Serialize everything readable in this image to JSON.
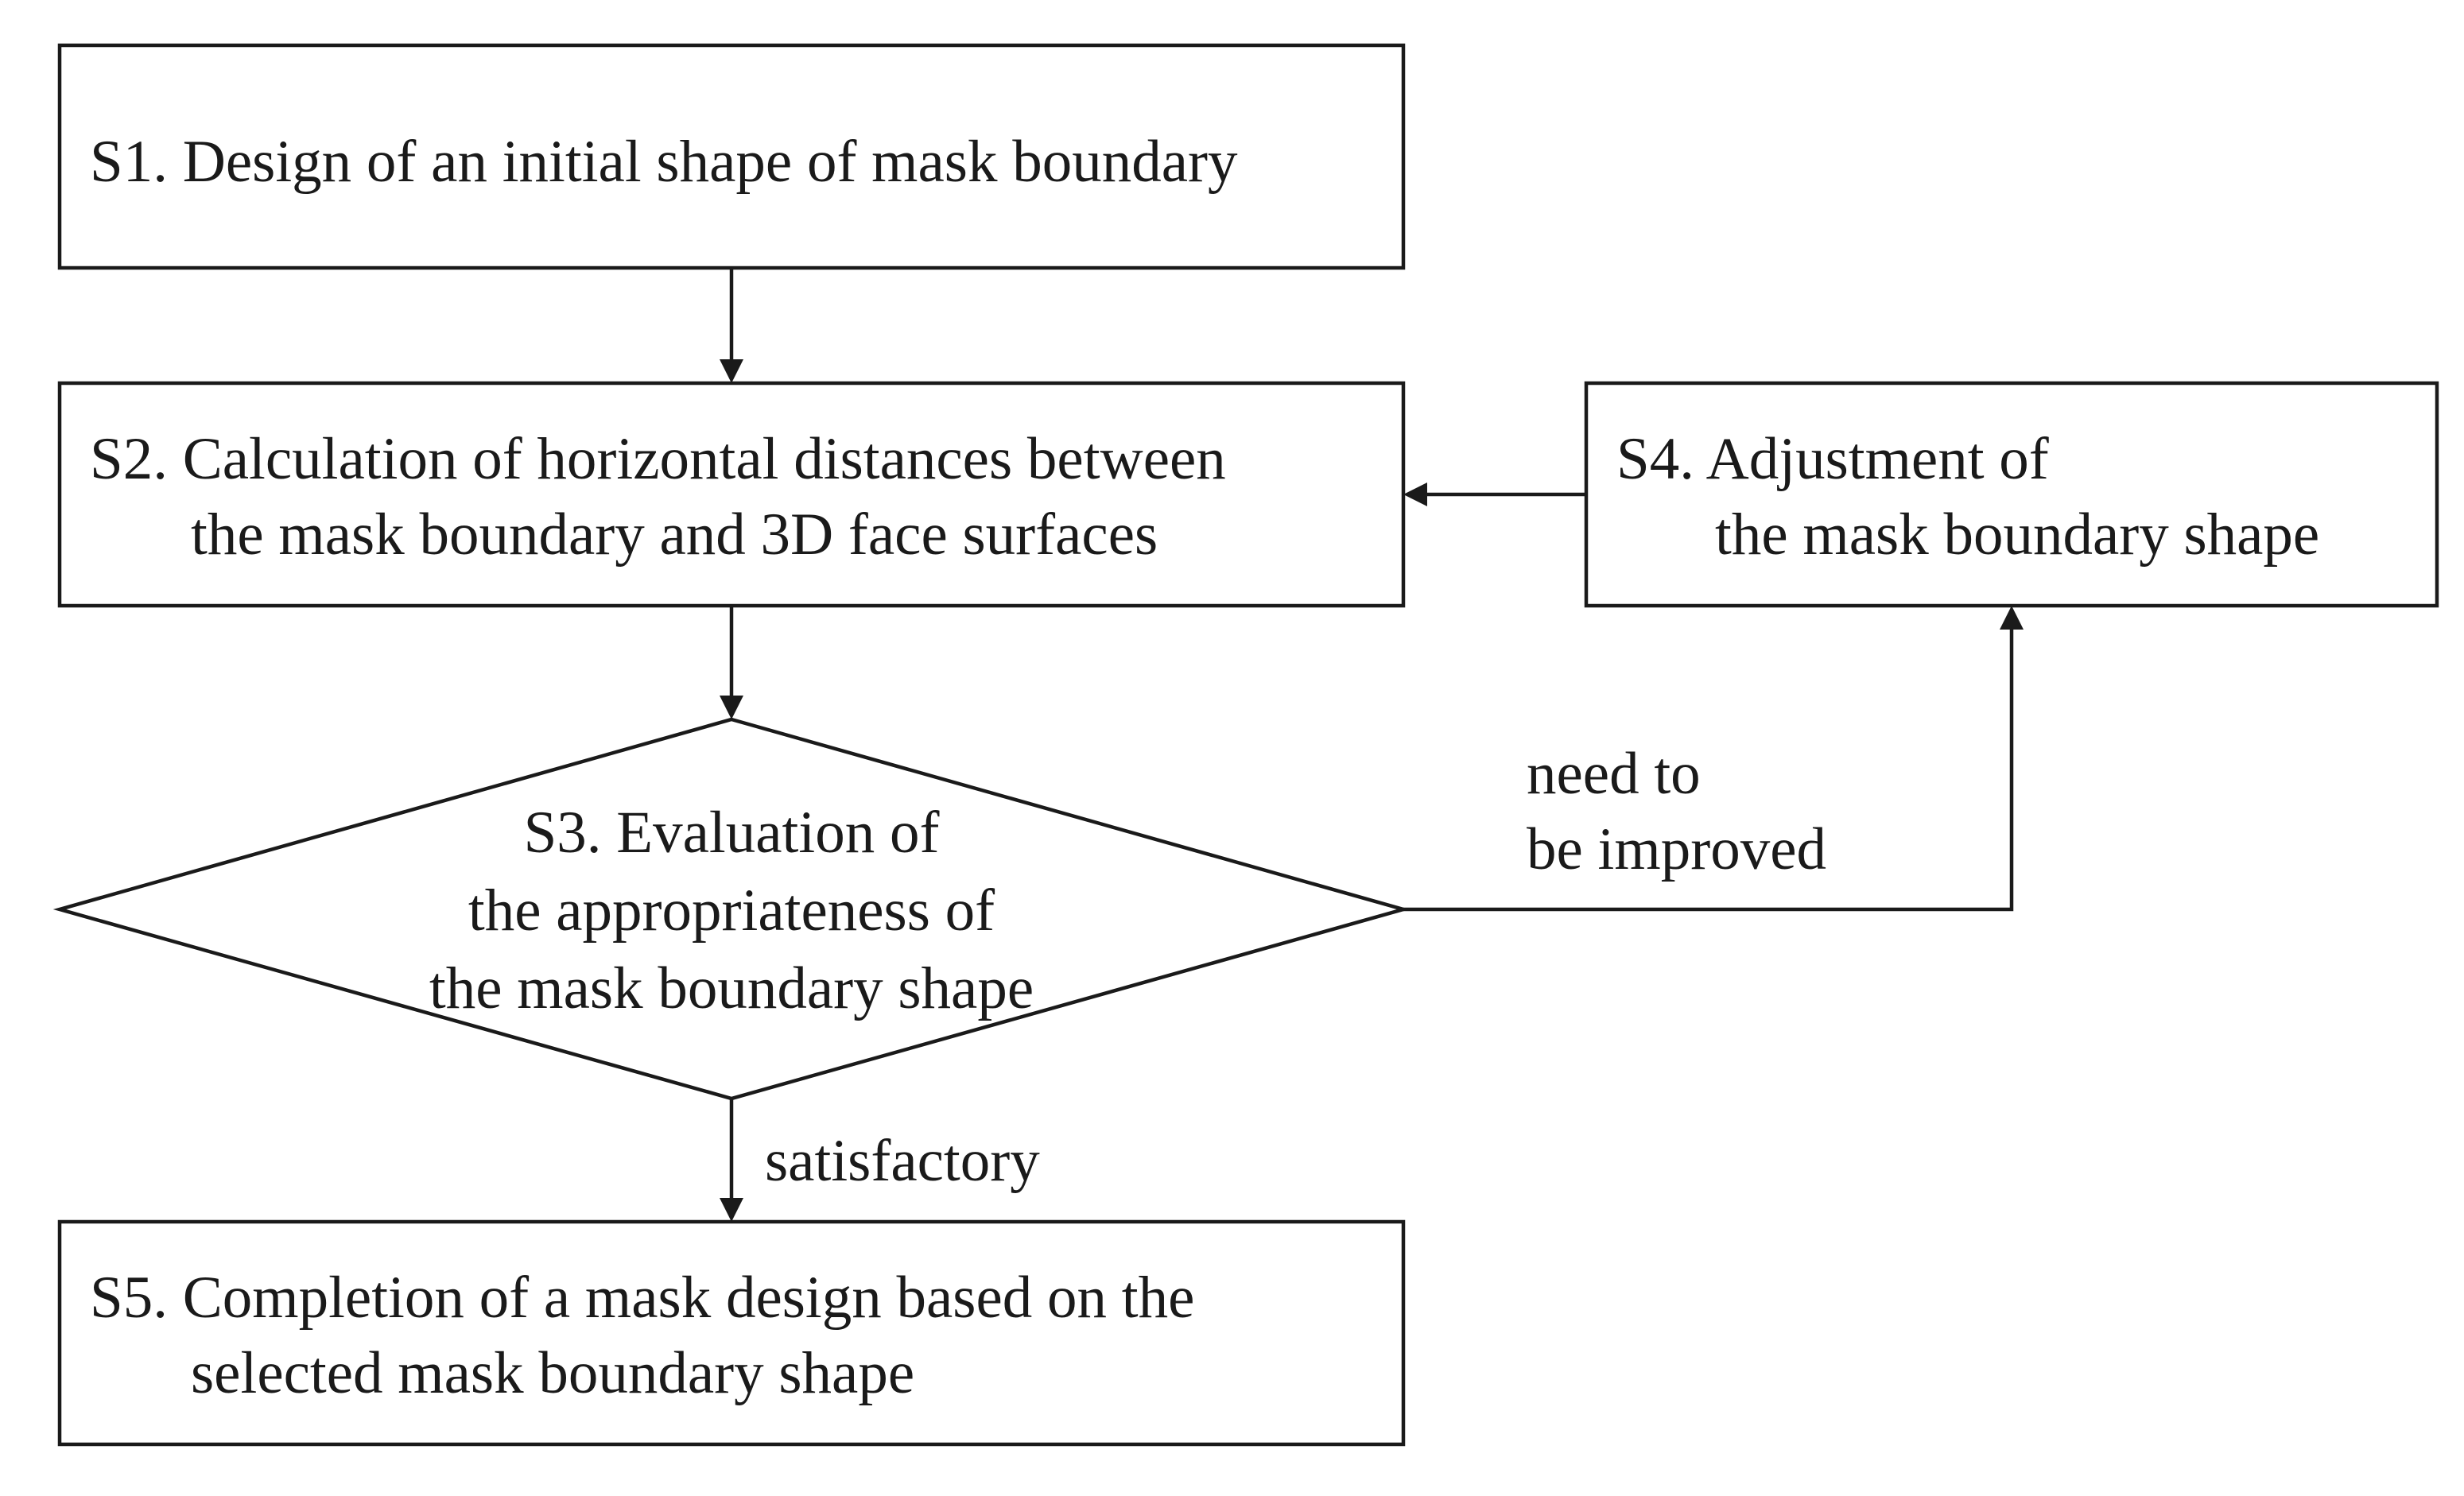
{
  "steps": {
    "s1": {
      "lines": [
        "S1. Design of an initial shape of mask boundary"
      ]
    },
    "s2": {
      "lines": [
        "S2. Calculation of horizontal distances between",
        "the mask boundary and 3D face surfaces"
      ]
    },
    "s3": {
      "lines": [
        "S3. Evaluation of",
        "the appropriateness of",
        "the mask boundary shape"
      ]
    },
    "s4": {
      "lines": [
        "S4. Adjustment of",
        "the mask boundary shape"
      ]
    },
    "s5": {
      "lines": [
        "S5. Completion of a mask design based on the",
        "selected mask boundary shape"
      ]
    }
  },
  "edge_labels": {
    "improve": [
      "need to",
      "be improved"
    ],
    "satisfactory": "satisfactory"
  }
}
